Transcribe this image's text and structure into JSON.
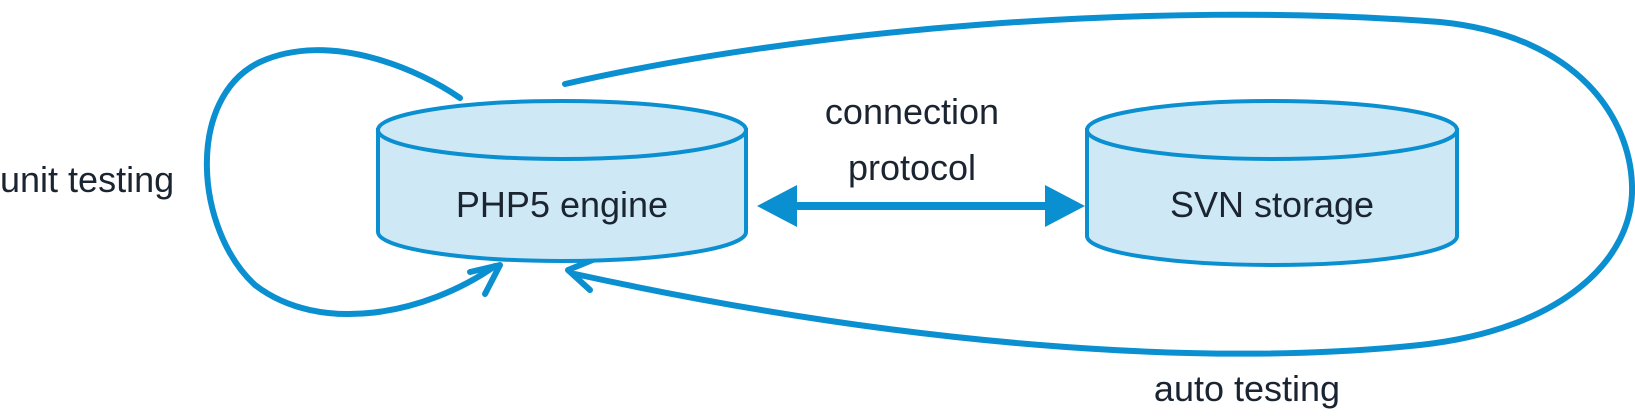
{
  "colors": {
    "stroke": "#0a8fd0",
    "fill": "#cfe8f5",
    "text": "#1b2431",
    "background": "#ffffff"
  },
  "nodes": {
    "php_engine": {
      "label": "PHP5 engine",
      "shape": "cylinder"
    },
    "svn_storage": {
      "label": "SVN storage",
      "shape": "cylinder"
    }
  },
  "edges": {
    "connection": {
      "label_line1": "connection",
      "label_line2": "protocol",
      "from": "php_engine",
      "to": "svn_storage",
      "direction": "both"
    },
    "unit_testing": {
      "label": "unit testing",
      "from": "php_engine",
      "to": "php_engine",
      "direction": "loop"
    },
    "auto_testing": {
      "label": "auto testing",
      "from": "php_engine",
      "to": "php_engine",
      "direction": "loop-around-svn"
    }
  }
}
